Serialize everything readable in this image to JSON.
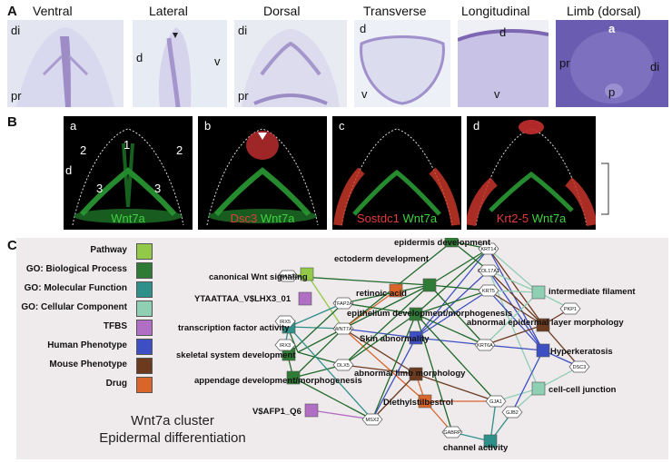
{
  "panel_a": {
    "letter": "A",
    "panels": [
      {
        "title": "Ventral",
        "labels": [
          "di",
          "pr"
        ]
      },
      {
        "title": "Lateral",
        "labels": [
          "d",
          "v"
        ]
      },
      {
        "title": "Dorsal",
        "labels": [
          "di",
          "pr"
        ]
      },
      {
        "title": "Transverse",
        "labels": [
          "d",
          "v"
        ]
      },
      {
        "title": "Longitudinal",
        "labels": [
          "d",
          "v"
        ]
      },
      {
        "title": "Limb (dorsal)",
        "labels": [
          "a",
          "pr",
          "di",
          "p"
        ]
      }
    ]
  },
  "panel_b": {
    "letter": "B",
    "side_label": "d",
    "panels": [
      {
        "sub": "a",
        "caption": [
          {
            "text": "Wnt7a",
            "color": "#3fd13f"
          }
        ],
        "markers": [
          "1",
          "2",
          "2",
          "3",
          "3"
        ]
      },
      {
        "sub": "b",
        "caption": [
          {
            "text": "Dsc3",
            "color": "#e23b3b"
          },
          {
            "text": "Wnt7a",
            "color": "#3fd13f"
          }
        ]
      },
      {
        "sub": "c",
        "caption": [
          {
            "text": "Sostdc1",
            "color": "#e23b3b"
          },
          {
            "text": "Wnt7a",
            "color": "#3fd13f"
          }
        ]
      },
      {
        "sub": "d",
        "caption": [
          {
            "text": "Krt2-5",
            "color": "#e23b3b"
          },
          {
            "text": "Wnt7a",
            "color": "#3fd13f"
          }
        ]
      }
    ]
  },
  "panel_c": {
    "letter": "C",
    "legend": [
      {
        "label": "Pathway",
        "color": "#93c948"
      },
      {
        "label": "GO: Biological Process",
        "color": "#2f7a34"
      },
      {
        "label": "GO: Molecular Function",
        "color": "#2f8f8a"
      },
      {
        "label": "GO: Cellular Component",
        "color": "#8fcfb4"
      },
      {
        "label": "TFBS",
        "color": "#b06fc4"
      },
      {
        "label": "Human Phenotype",
        "color": "#3d4fc2"
      },
      {
        "label": "Mouse Phenotype",
        "color": "#6b3a1f"
      },
      {
        "label": "Drug",
        "color": "#d9652b"
      }
    ],
    "caption_line1": "Wnt7a cluster",
    "caption_line2": "Epidermal differentiation",
    "terms": [
      {
        "text": "epidermis development",
        "color": "#2f7a34"
      },
      {
        "text": "ectoderm development",
        "color": "#2f7a34"
      },
      {
        "text": "canonical Wnt signaling",
        "color": "#93c948"
      },
      {
        "text": "intermediate filament",
        "color": "#8fcfb4"
      },
      {
        "text": "YTAATTAA_V$LHX3_01",
        "color": "#b06fc4"
      },
      {
        "text": "retinoic acid",
        "color": "#d9652b"
      },
      {
        "text": "epithelium development/morphogenesis",
        "color": "#2f7a34"
      },
      {
        "text": "abnormal epidermal layer morphology",
        "color": "#6b3a1f"
      },
      {
        "text": "transcription factor activity",
        "color": "#2f8f8a"
      },
      {
        "text": "Skin abnormality",
        "color": "#3d4fc2"
      },
      {
        "text": "Hyperkeratosis",
        "color": "#3d4fc2"
      },
      {
        "text": "skeletal system development",
        "color": "#2f7a34"
      },
      {
        "text": "abnormal limb morphology",
        "color": "#6b3a1f"
      },
      {
        "text": "appendage development/morphogenesis",
        "color": "#2f7a34"
      },
      {
        "text": "cell-cell junction",
        "color": "#8fcfb4"
      },
      {
        "text": "Diethylstilbestrol",
        "color": "#d9652b"
      },
      {
        "text": "V$AFP1_Q6",
        "color": "#b06fc4"
      },
      {
        "text": "channel activity",
        "color": "#2f8f8a"
      }
    ],
    "genes": [
      "TFAP2C",
      "KRT14",
      "COL17A1",
      "TFAP2A",
      "KRT5",
      "PKP1",
      "IRX5",
      "WNT7A",
      "IRX3",
      "KRT6A",
      "DSC3",
      "DLX5",
      "GJA1",
      "MSX2",
      "GJB2",
      "GABRP"
    ]
  }
}
